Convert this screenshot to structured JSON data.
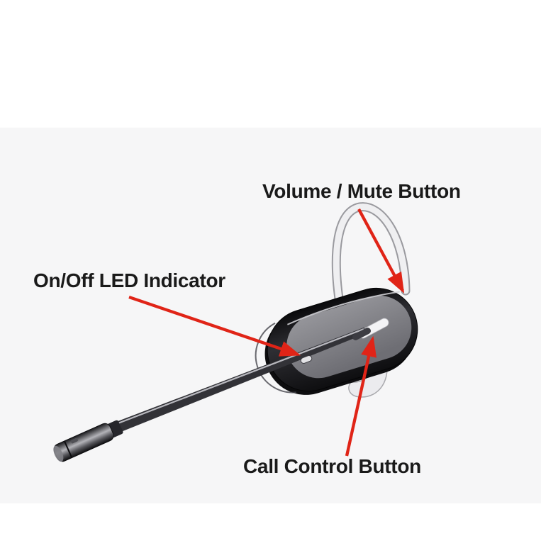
{
  "figure": {
    "description": "Wireless headset parts diagram with red callout arrows",
    "background": {
      "top_band": "#ffffff",
      "middle_band": "#f6f6f7",
      "bottom_band": "#ffffff"
    }
  },
  "callouts": [
    {
      "id": "volume-mute-button",
      "label": "Volume / Mute Button"
    },
    {
      "id": "on-off-led-indicator",
      "label": "On/Off LED Indicator"
    },
    {
      "id": "call-control-button",
      "label": "Call Control Button"
    }
  ],
  "colors": {
    "arrow": "#e02417",
    "label_text": "#1a1a1a"
  }
}
